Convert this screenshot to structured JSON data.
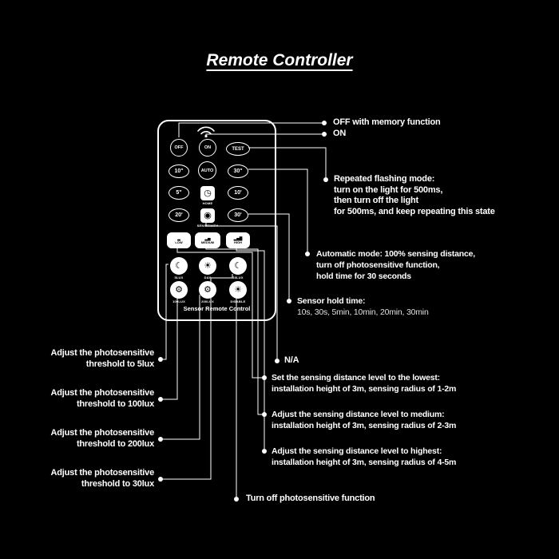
{
  "title": "Remote Controller",
  "colors": {
    "background": "#000000",
    "foreground": "#ffffff"
  },
  "remote": {
    "footer": "Sensor Remote Control",
    "off": "OFF",
    "on": "ON",
    "test": "TEST",
    "t10s": "10\"",
    "auto": "AUTO",
    "t30s": "30\"",
    "t5s": "5\"",
    "home": "HOME",
    "t10m": "10'",
    "t20m": "20'",
    "sensitivity": "SENSITIVITY",
    "t30m": "30'",
    "low": "LOW",
    "medium": "MEDIUM",
    "high": "HIGH",
    "lux5": "5LUX",
    "day": "DAY",
    "lux30": "30LUX",
    "lux100": "100LUX",
    "lux200": "200LUX",
    "disable": "DISABLE"
  },
  "icons": {
    "moon": "☾",
    "sun": "☀",
    "gear": "⚙",
    "clock": "◷",
    "sensitivity": "◉",
    "bars_low": "▂",
    "bars_med": "▂▄",
    "bars_high": "▂▄▆"
  },
  "ann": {
    "off": "OFF with memory function",
    "on": "ON",
    "flash1": "Repeated flashing mode:",
    "flash2": "turn on the light for 500ms,",
    "flash3": "then turn off the light",
    "flash4": "for 500ms, and keep repeating this state",
    "auto1": "Automatic mode: 100% sensing distance,",
    "auto2": "turn off photosensitive function,",
    "auto3": "hold time for 30 seconds",
    "hold1": "Sensor hold time:",
    "hold2": "10s, 30s, 5min, 10min, 20min, 30min",
    "na": "N/A",
    "low1": "Set the sensing distance level to the lowest:",
    "low2": "installation height of 3m, sensing radius of 1-2m",
    "med1": "Adjust the sensing distance level to medium:",
    "med2": "installation height of 3m, sensing radius of 2-3m",
    "high1": "Adjust the sensing distance level to highest:",
    "high2": "installation height of 3m, sensing radius of 4-5m",
    "photo_off": "Turn off photosensitive function",
    "lux5_1": "Adjust the photosensitive",
    "lux5_2": "threshold to 5lux",
    "lux100_1": "Adjust the photosensitive",
    "lux100_2": "threshold to 100lux",
    "lux200_1": "Adjust the photosensitive",
    "lux200_2": "threshold to 200lux",
    "lux30_1": "Adjust the photosensitive",
    "lux30_2": "threshold to 30lux"
  }
}
